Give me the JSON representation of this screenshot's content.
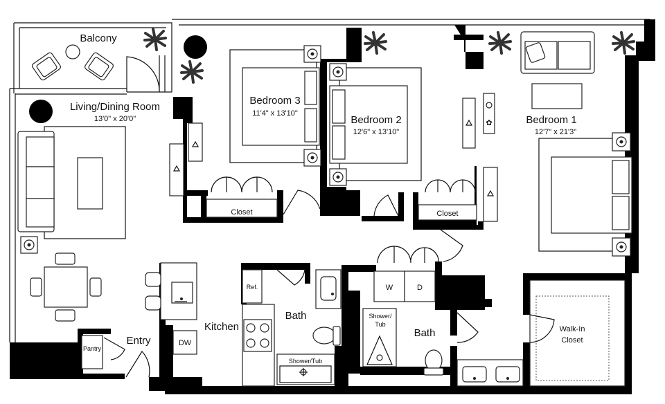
{
  "rooms": {
    "balcony": "Balcony",
    "living_name": "Living/Dining Room",
    "living_dim": "13'0\" x 20'0\"",
    "bed3_name": "Bedroom 3",
    "bed3_dim": "11'4\" x 13'10\"",
    "bed2_name": "Bedroom 2",
    "bed2_dim": "12'6\" x 13'10\"",
    "bed1_name": "Bedroom 1",
    "bed1_dim": "12'7\" x 21'3\"",
    "closet_a": "Closet",
    "closet_b": "Closet",
    "kitchen": "Kitchen",
    "bath_a": "Bath",
    "bath_b": "Bath",
    "entry": "Entry",
    "pantry": "Pantry",
    "walkin_1": "Walk-In",
    "walkin_2": "Closet"
  },
  "fixtures": {
    "refrigerator": "Ref.",
    "dishwasher": "DW",
    "washer": "W",
    "dryer": "D",
    "shower_tub_a": "Shower/Tub",
    "shower_tub_b_1": "Shower/",
    "shower_tub_b_2": "Tub"
  },
  "icons": [
    "plant-icon",
    "round-table-icon",
    "armchair-icon",
    "bed-icon",
    "sofa-icon",
    "nightstand-lamp-icon",
    "dining-table-icon",
    "door-swing-icon",
    "toilet-icon",
    "sink-icon",
    "stove-icon"
  ]
}
